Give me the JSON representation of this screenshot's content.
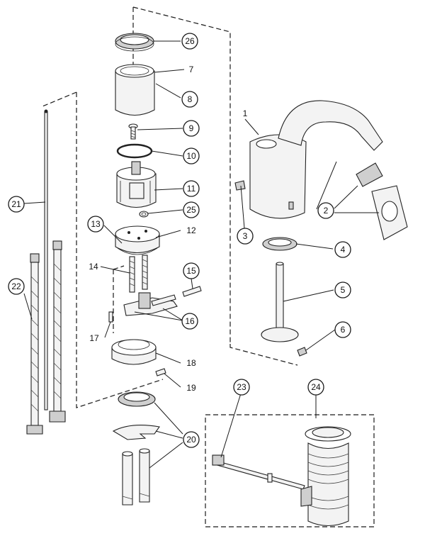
{
  "diagram": {
    "callouts": [
      {
        "id": "c1",
        "label": "1",
        "circled": false
      },
      {
        "id": "c2",
        "label": "2",
        "circled": true
      },
      {
        "id": "c3",
        "label": "3",
        "circled": true
      },
      {
        "id": "c4",
        "label": "4",
        "circled": true
      },
      {
        "id": "c5",
        "label": "5",
        "circled": true
      },
      {
        "id": "c6",
        "label": "6",
        "circled": true
      },
      {
        "id": "c7",
        "label": "7",
        "circled": false
      },
      {
        "id": "c8",
        "label": "8",
        "circled": true
      },
      {
        "id": "c9",
        "label": "9",
        "circled": true
      },
      {
        "id": "c10",
        "label": "10",
        "circled": true
      },
      {
        "id": "c11",
        "label": "11",
        "circled": true
      },
      {
        "id": "c12",
        "label": "12",
        "circled": false
      },
      {
        "id": "c13",
        "label": "13",
        "circled": true
      },
      {
        "id": "c14",
        "label": "14",
        "circled": false
      },
      {
        "id": "c15",
        "label": "15",
        "circled": true
      },
      {
        "id": "c16",
        "label": "16",
        "circled": true
      },
      {
        "id": "c17",
        "label": "17",
        "circled": false
      },
      {
        "id": "c18",
        "label": "18",
        "circled": false
      },
      {
        "id": "c19",
        "label": "19",
        "circled": false
      },
      {
        "id": "c20",
        "label": "20",
        "circled": true
      },
      {
        "id": "c21",
        "label": "21",
        "circled": true
      },
      {
        "id": "c22",
        "label": "22",
        "circled": true
      },
      {
        "id": "c23",
        "label": "23",
        "circled": true
      },
      {
        "id": "c24",
        "label": "24",
        "circled": true
      },
      {
        "id": "c25",
        "label": "25",
        "circled": true
      },
      {
        "id": "c26",
        "label": "26",
        "circled": true
      }
    ]
  }
}
